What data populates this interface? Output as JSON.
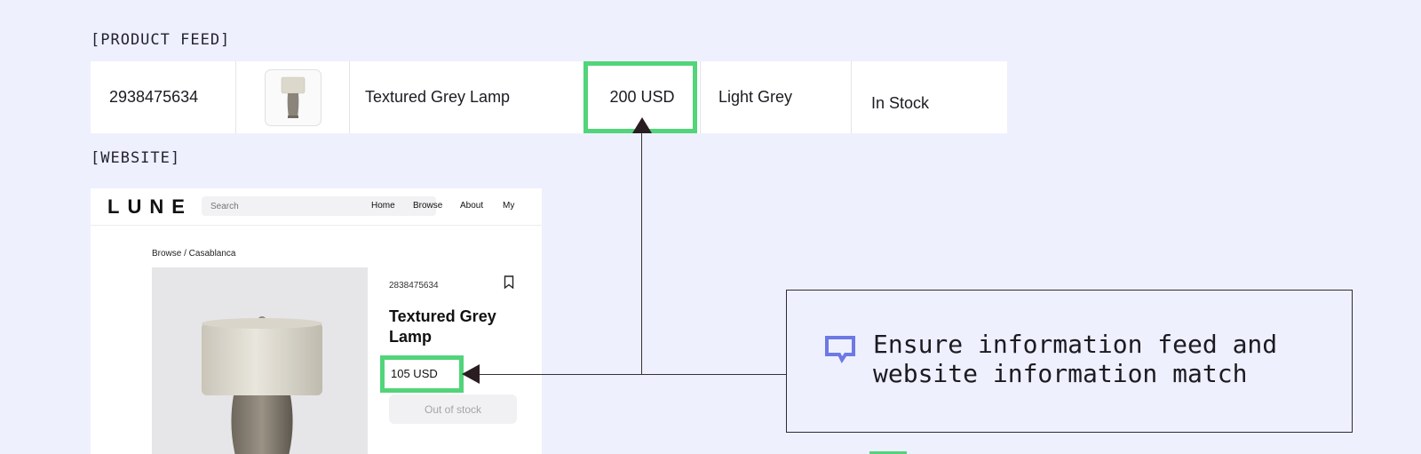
{
  "labels": {
    "product_feed": "[PRODUCT FEED]",
    "website": "[WEBSITE]"
  },
  "feed": {
    "id": "2938475634",
    "thumbnail_icon": "lamp-thumbnail-image",
    "title": "Textured Grey Lamp",
    "price": "200 USD",
    "color": "Light Grey",
    "stock": "In Stock"
  },
  "website": {
    "logo": "LUNE",
    "search_placeholder": "Search",
    "nav": [
      "Home",
      "Browse",
      "About",
      "My"
    ],
    "breadcrumb": "Browse / Casablanca",
    "sku": "2838475634",
    "title": "Textured Grey Lamp",
    "price": "105 USD",
    "stock_button": "Out of stock"
  },
  "callout": {
    "text": "Ensure information feed and website information match",
    "icon": "chat-bubble-icon"
  },
  "colors": {
    "background": "#eff0fd",
    "highlight": "#52d47a",
    "callout_icon": "#6d79e6",
    "arrow": "#2a1d22"
  }
}
